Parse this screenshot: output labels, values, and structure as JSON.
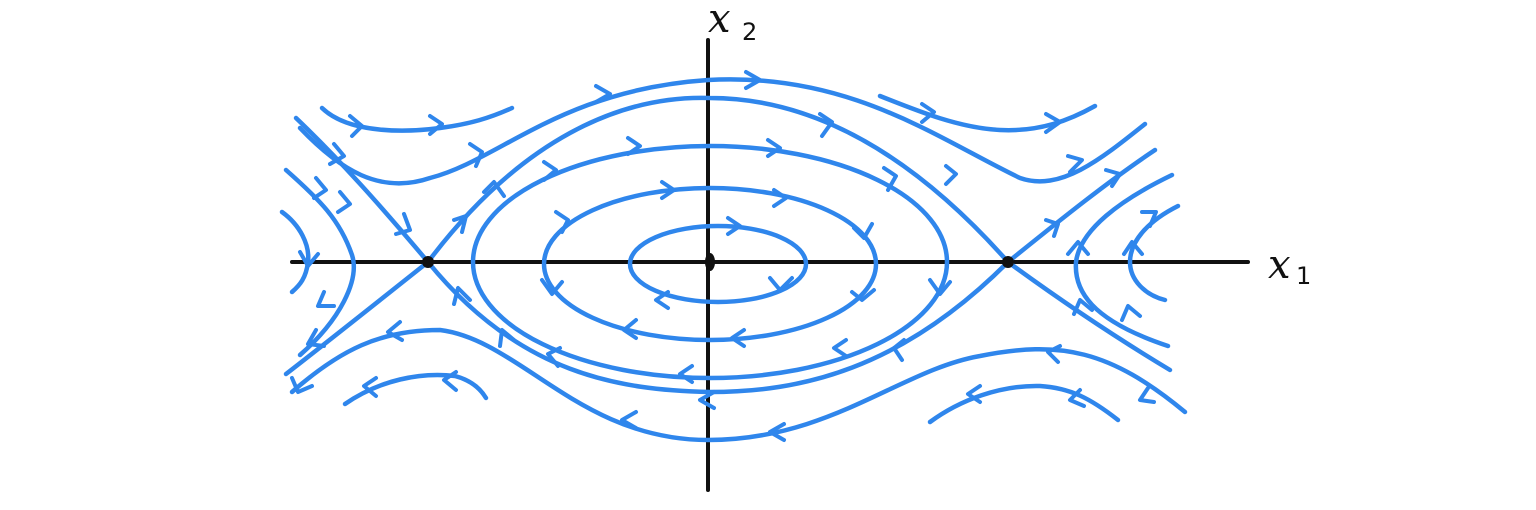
{
  "diagram": {
    "axes": {
      "x_label": "x",
      "x_subscript": "1",
      "y_label": "x",
      "y_subscript": "2"
    },
    "colors": {
      "trajectory": "#2f86ec",
      "axes": "#111111"
    },
    "equilibria": [
      "center-at-origin",
      "saddle-left",
      "saddle-right"
    ]
  }
}
